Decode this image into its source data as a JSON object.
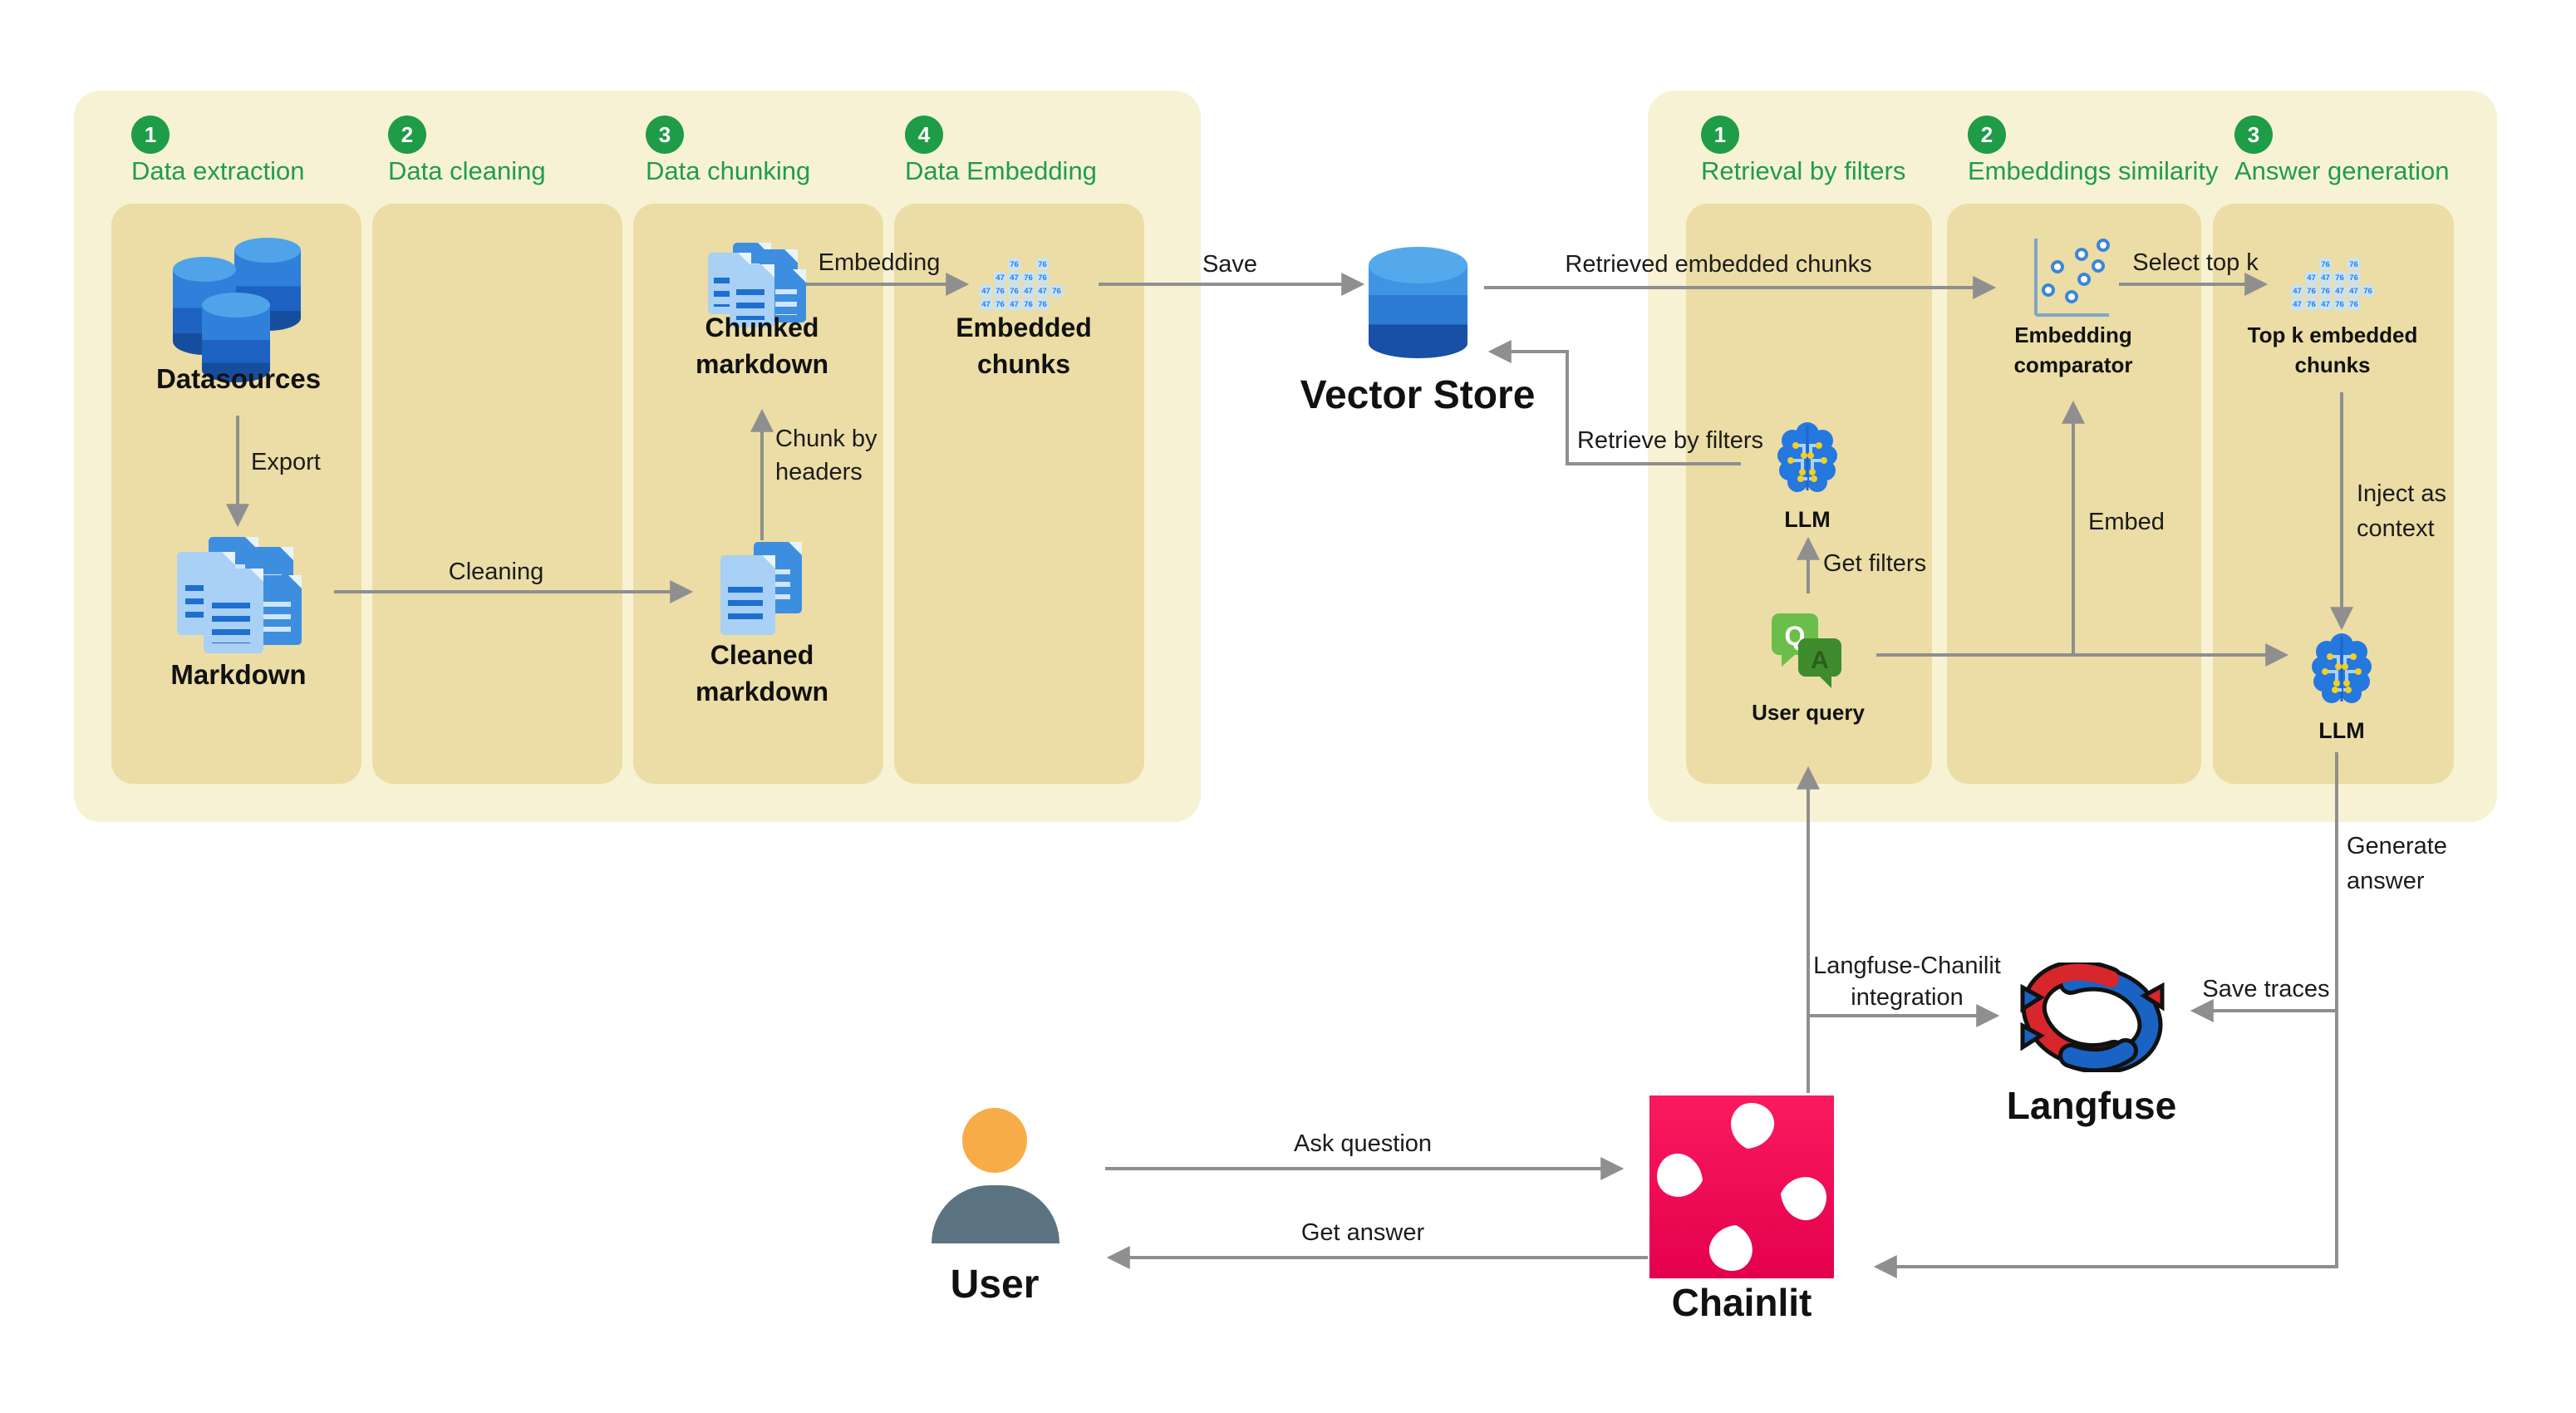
{
  "colors": {
    "panel_bg": "#F8F2D4",
    "column_bg": "#EBDDA5",
    "step_green": "#1E9C47",
    "title_green": "#1F9D4B",
    "arrow_gray": "#8F8F8F",
    "doc_blue": "#3E8EE0",
    "doc_light_blue": "#A9D0F5",
    "chip_bg": "#C7E3F9",
    "chip_text": "#2E7CD9",
    "brain_blue": "#2478DE",
    "chainlit_pink": "#F5215F",
    "langfuse_red": "#D7262C",
    "langfuse_blue": "#1A62C4",
    "user_head": "#F7AC47",
    "user_body": "#5C7482"
  },
  "left_panel": {
    "steps": [
      {
        "num": "1",
        "title": "Data extraction"
      },
      {
        "num": "2",
        "title": "Data cleaning"
      },
      {
        "num": "3",
        "title": "Data chunking"
      },
      {
        "num": "4",
        "title": "Data Embedding"
      }
    ]
  },
  "right_panel": {
    "steps": [
      {
        "num": "1",
        "title": "Retrieval by filters"
      },
      {
        "num": "2",
        "title": "Embeddings similarity"
      },
      {
        "num": "3",
        "title": "Answer generation"
      }
    ]
  },
  "nodes": {
    "datasources": "Datasources",
    "markdown": "Markdown",
    "chunked_line1": "Chunked",
    "chunked_line2": "markdown",
    "cleaned_line1": "Cleaned",
    "cleaned_line2": "markdown",
    "embedded_line1": "Embedded",
    "embedded_line2": "chunks",
    "vector_store": "Vector Store",
    "llm_filters": "LLM",
    "user_query": "User query",
    "comparator_line1": "Embedding",
    "comparator_line2": "comparator",
    "topk_line1": "Top k embedded",
    "topk_line2": "chunks",
    "llm_answer": "LLM",
    "langfuse": "Langfuse",
    "chainlit": "Chainlit",
    "user": "User"
  },
  "edges": {
    "export": "Export",
    "cleaning": "Cleaning",
    "chunk_by_line1": "Chunk by",
    "chunk_by_line2": "headers",
    "embedding": "Embedding",
    "save": "Save",
    "retrieved": "Retrieved embedded chunks",
    "retrieve_by_filters": "Retrieve by filters",
    "get_filters": "Get filters",
    "embed": "Embed",
    "select_top_k": "Select top k",
    "inject_line1": "Inject as",
    "inject_line2": "context",
    "generate_line1": "Generate",
    "generate_line2": "answer",
    "save_traces": "Save traces",
    "integration_line1": "Langfuse-Chanilit",
    "integration_line2": "integration",
    "ask_question": "Ask question",
    "get_answer": "Get answer"
  },
  "chips": {
    "embedded_rows": [
      [
        "",
        "",
        "76",
        "",
        "76",
        ""
      ],
      [
        "",
        "47",
        "47",
        "76",
        "76",
        ""
      ],
      [
        "47",
        "76",
        "76",
        "47",
        "47",
        "76"
      ],
      [
        "47",
        "76",
        "47",
        "76",
        "76",
        ""
      ]
    ],
    "topk_rows": [
      [
        "",
        "",
        "76",
        "",
        "76",
        ""
      ],
      [
        "",
        "47",
        "47",
        "76",
        "76",
        ""
      ],
      [
        "47",
        "76",
        "76",
        "47",
        "47",
        "76"
      ],
      [
        "47",
        "76",
        "47",
        "76",
        "76",
        ""
      ]
    ]
  }
}
